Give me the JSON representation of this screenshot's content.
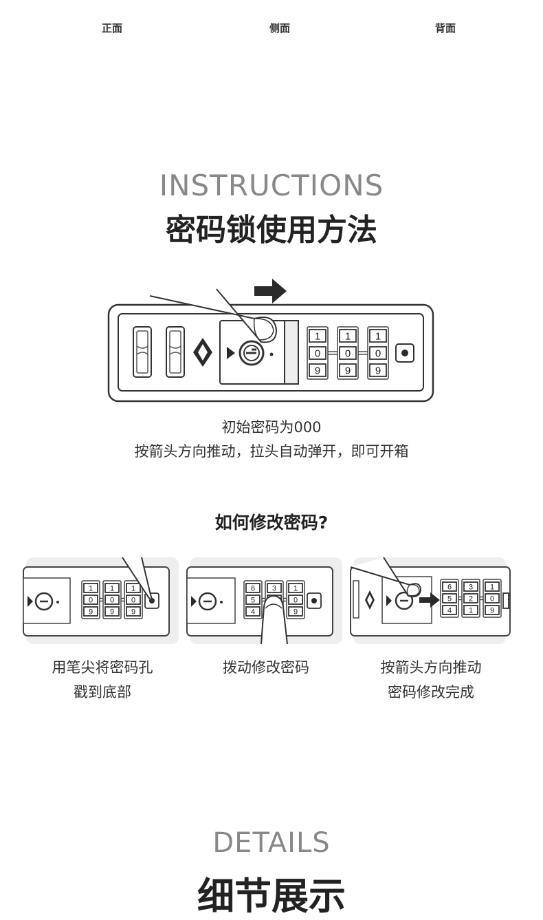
{
  "views": {
    "front": "正面",
    "side": "侧面",
    "back": "背面"
  },
  "instructions": {
    "en_title": "INSTRUCTIONS",
    "cn_title": "密码锁使用方法",
    "caption_line1": "初始密码为000",
    "caption_line2": "按箭头方向推动，拉头自动弹开，即可开箱",
    "main_dials": [
      [
        "1",
        "0",
        "9"
      ],
      [
        "1",
        "0",
        "9"
      ],
      [
        "1",
        "0",
        "9"
      ]
    ]
  },
  "change_password": {
    "title": "如何修改密码?",
    "steps": [
      {
        "line1": "用笔尖将密码孔",
        "line2": "戳到底部",
        "dials": [
          [
            "1",
            "0",
            "9"
          ],
          [
            "1",
            "0",
            "9"
          ],
          [
            "1",
            "0",
            "9"
          ]
        ]
      },
      {
        "line1": "拨动修改密码",
        "line2": "",
        "dials": [
          [
            "6",
            "5",
            "4"
          ],
          [
            "3",
            "2",
            "1"
          ],
          [
            "1",
            "0",
            "9"
          ]
        ]
      },
      {
        "line1": "按箭头方向推动",
        "line2": "密码修改完成",
        "dials": [
          [
            "6",
            "5",
            "4"
          ],
          [
            "3",
            "2",
            "1"
          ],
          [
            "1",
            "0",
            "9"
          ]
        ]
      }
    ]
  },
  "details": {
    "en_title": "DETAILS",
    "cn_title": "细节展示"
  }
}
